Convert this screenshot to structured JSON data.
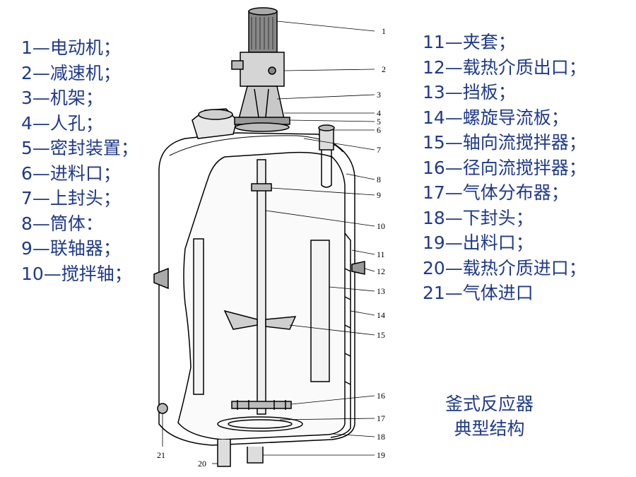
{
  "legend_left": [
    "1—电动机；",
    "2—减速机；",
    "3—机架；",
    "4—人孔；",
    "5—密封装置；",
    "6—进料口；",
    "7—上封头；",
    "8—筒体：",
    "9—联轴器；",
    "10—搅拌轴；"
  ],
  "legend_right": [
    "11—夹套；",
    "12—载热介质出口；",
    "13—挡板；",
    "14—螺旋导流板；",
    "15—轴向流搅拌器；",
    "16—径向流搅拌器；",
    "17—气体分布器；",
    "18—下封头；",
    "19—出料口；",
    "20—载热介质进口；",
    "21—气体进口"
  ],
  "caption": [
    "釜式反应器",
    "典型结构"
  ],
  "callouts": [
    "1",
    "2",
    "3",
    "4",
    "5",
    "6",
    "7",
    "8",
    "9",
    "10",
    "11",
    "12",
    "13",
    "14",
    "15",
    "16",
    "17",
    "18",
    "19",
    "20",
    "21"
  ],
  "colors": {
    "legend_text": "#1f3a8c",
    "drawing": "#000000"
  }
}
